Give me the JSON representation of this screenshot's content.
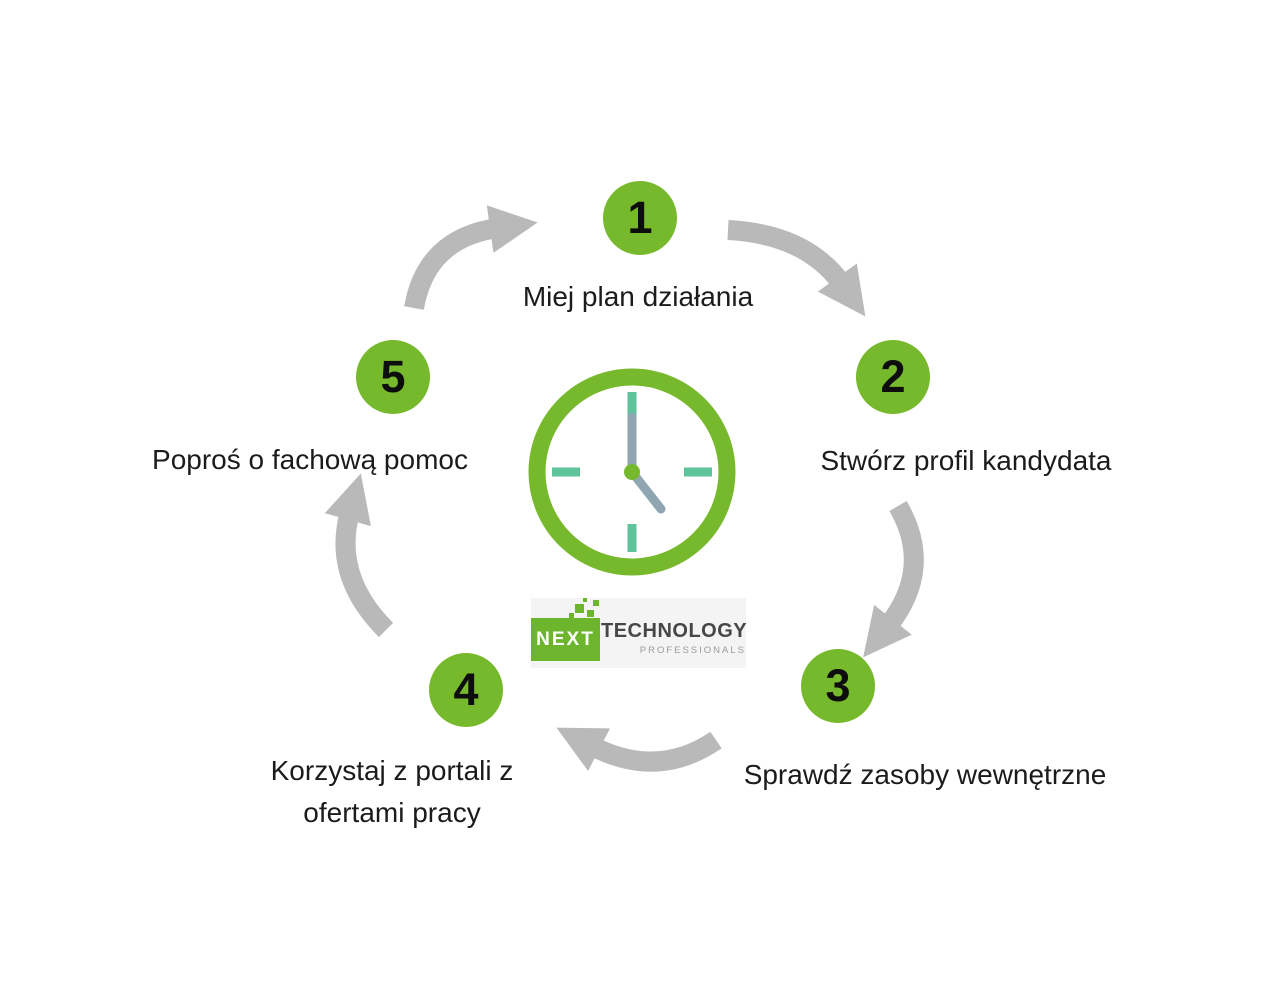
{
  "diagram": {
    "type": "circular-process",
    "steps": [
      {
        "number": "1",
        "label": "Miej plan działania"
      },
      {
        "number": "2",
        "label": "Stwórz profil kandydata"
      },
      {
        "number": "3",
        "label": "Sprawdź zasoby wewnętrzne"
      },
      {
        "number": "4",
        "label": "Korzystaj z portali z ofertami pracy"
      },
      {
        "number": "5",
        "label": "Poproś o fachową pomoc"
      }
    ],
    "center_icon": "clock-icon",
    "logo": {
      "next": "NEXT",
      "technology": "TECHNOLOGY",
      "subtitle": "PROFESSIONALS"
    },
    "colors": {
      "badge_green": "#77b92c",
      "clock_ring_green": "#77b92c",
      "clock_tick_teal": "#5fc39b",
      "clock_hand_gray": "#8fa6b2",
      "arrow_gray": "#b9b9b9",
      "text_color": "#1b1b1b",
      "logo_green": "#6cb52d",
      "logo_text_dark": "#474747",
      "logo_subtitle_gray": "#9b9b9b",
      "background": "#ffffff"
    }
  }
}
